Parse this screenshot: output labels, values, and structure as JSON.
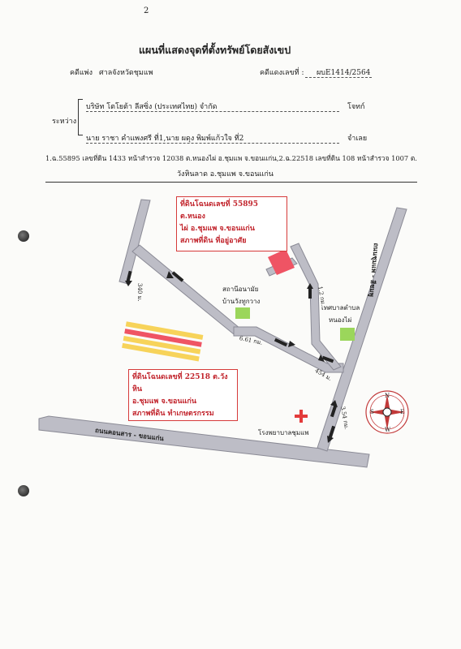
{
  "header": {
    "page_number": "2",
    "title": "แผนที่แสดงจุดที่ตั้งทรัพย์โดยสังเขป",
    "court_label": "คดีแพ่ง",
    "court_name": "ศาลจังหวัดชุมแพ",
    "case_label": "คดีแดงเลขที่ :",
    "case_number": "ผบE1414/2564"
  },
  "parties": {
    "between_label": "ระหว่าง",
    "plaintiff": "บริษัท โตโยต้า ลีสซิ่ง (ประเทศไทย) จำกัด",
    "plaintiff_role": "โจทก์",
    "defendant": "นาย ราชา คำแพงศรี ที่1,นาย ผดุง พิมพ์แก้วใจ ที่2",
    "defendant_role": "จำเลย"
  },
  "property_line1": "1.ฉ.55895 เลขที่ดิน 1433 หน้าสำรวจ 12038 ต.หนองไผ่ อ.ชุมแพ  จ.ขอนแก่น,2.ฉ.22518 เลขที่ดิน 108 หน้าสำรวจ 1007 ต.",
  "property_line2": "วังหินลาด อ.ชุมแพ  จ.ขอนแก่น",
  "map": {
    "box1": {
      "line1": "ที่ดินโฉนดเลขที่ 55895 ต.หนอง",
      "line2": "ไผ่ อ.ชุมแพ จ.ขอนแก่น",
      "line3": "สภาพที่ดิน ที่อยู่อาศัย"
    },
    "box2": {
      "line1": "ที่ดินโฉนดเลขที่ 22518 ต.วังหิน",
      "line2": "อ.ชุมแพ จ.ขอนแก่น",
      "line3": "สภาพที่ดิน ทำเกษตรกรรม"
    },
    "health_station_1": "สถานีอนามัย",
    "health_station_2": "บ้านวังทูกวาง",
    "municipality_1": "เทศบาลตำบล",
    "municipality_2": "หนองไผ่",
    "hospital": "โรงพยาบาลชุมแพ",
    "main_road": "ถนนคอนสาร - ขอนแก่น",
    "right_road": "ถนนชุมแพ - สีชมพู",
    "dist_340": "340 ม.",
    "dist_661": "6.61 กม.",
    "dist_12": "1.2 กม.",
    "dist_454": "454 ม.",
    "dist_354": "3.54 กม.",
    "compass": {
      "n": "N",
      "s": "S",
      "e": "E",
      "w": "W"
    },
    "colors": {
      "road": "#bdbdc6",
      "road_edge": "#8a8a95",
      "land_red": "#ef5464",
      "land_yellow": "#f7d35a",
      "green": "#9bd65b",
      "box_border": "#d63a3a",
      "hospital_cross": "#e33b3b"
    }
  }
}
